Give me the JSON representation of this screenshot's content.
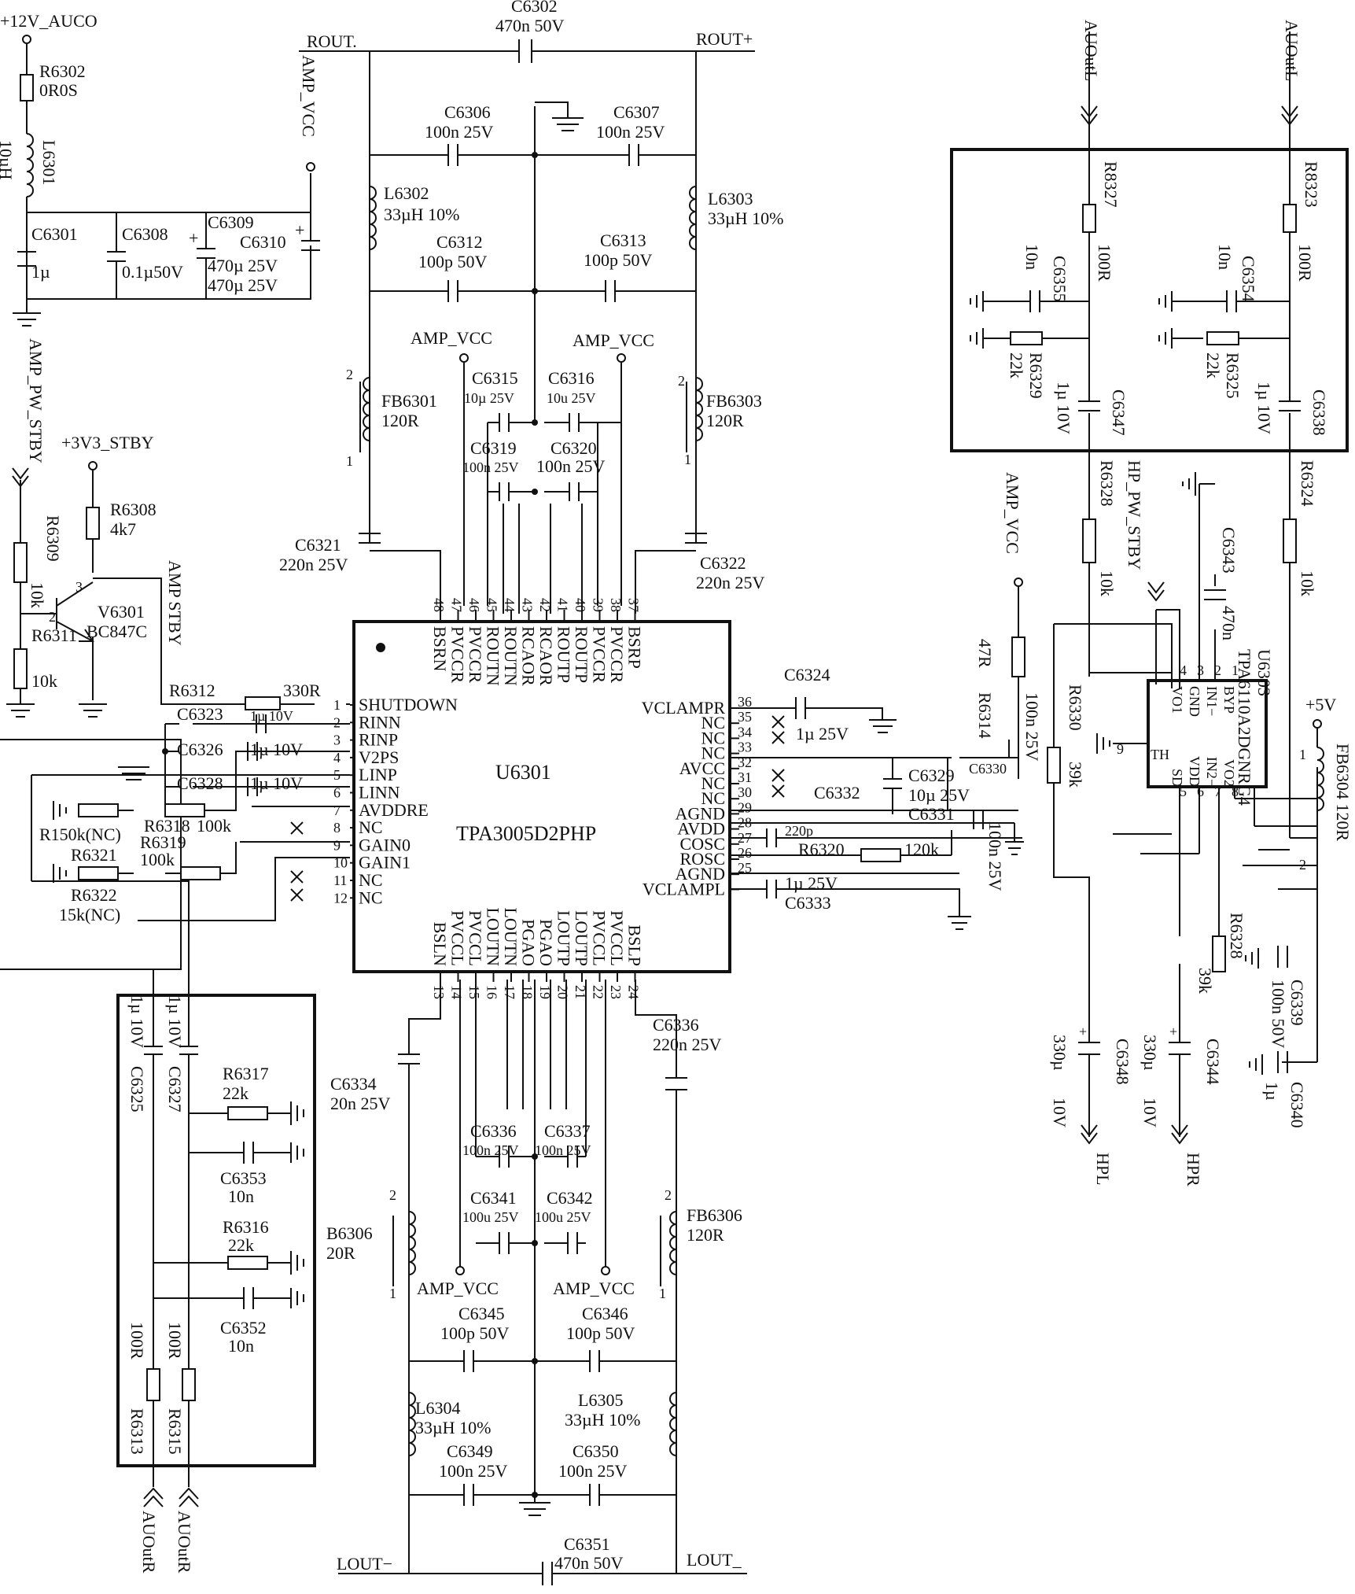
{
  "labels": {
    "pwr12": "+12V_AUCO",
    "r6302": "R6302",
    "r6302_val": "0R0S",
    "l6301": "L6301",
    "l6301_val": "10µH",
    "c6301": "C6301",
    "c6301_val": "1µ",
    "c6308": "C6308",
    "c6308_val": "0.1µ50V",
    "c6309": "C6309",
    "c6310": "C6310",
    "c6309_val": "470µ  25V",
    "c6310_val": "470µ  25V",
    "amp_vcc_v": "AMP_VCC",
    "amp_pw_stby": "AMP_PW_STBY",
    "r6309": "R6309",
    "r6309_val": "10k",
    "pwr3v3": "+3V3_STBY",
    "r6308": "R6308",
    "r6308_val": "4k7",
    "v6301": "V6301",
    "v6301_part": "BC847C",
    "amp_stby": "AMP STBY",
    "r6311": "R6311",
    "r6311_val": "10k",
    "rout_minus": "ROUT.",
    "rout_plus": "ROUT+",
    "c6302": "C6302",
    "c6302_val": "470n  50V",
    "c6306": "C6306",
    "c6306_val": "100n  25V",
    "c6307": "C6307",
    "c6307_val": "100n  25V",
    "l6302": "L6302",
    "l6302_val": "33µH 10%",
    "l6303": "L6303",
    "l6303_val": "33µH 10%",
    "c6312": "C6312",
    "c6312_val": "100p 50V",
    "c6313": "C6313",
    "c6313_val": "100p 50V",
    "amp_vcc_1": "AMP_VCC",
    "amp_vcc_2": "AMP_VCC",
    "c6315": "C6315",
    "c6315_val": "10µ 25V",
    "c6316": "C6316",
    "c6316_val": "10u 25V",
    "c6319": "C6319",
    "c6319_val": "100n 25V",
    "c6320": "C6320",
    "c6320_val": "100n 25V",
    "fb6301": "FB6301",
    "fb6301_val": "120R",
    "fb6303": "FB6303",
    "fb6303_val": "120R",
    "c6321": "C6321",
    "c6321_val": "220n 25V",
    "c6322": "C6322",
    "c6322_val": "220n 25V",
    "u6301": "U6301",
    "u6301_part": "TPA3005D2PHP",
    "r6312": "R6312",
    "r6312_val": "330R",
    "c6323": "C6323",
    "c6323_val": "1µ 10V",
    "c6326": "C6326",
    "c6326_val": "1µ  10V",
    "c6328": "C6328",
    "c6328_val": "1µ  10V",
    "r150": "R150k(NC)",
    "r6318": "R6318",
    "r6318_val": "100k",
    "r6319": "R6319",
    "r6319_val": "100k",
    "r6321": "R6321",
    "r6322": "R6322",
    "r6322_val": "15k(NC)",
    "c6324": "C6324",
    "c6324_val": "1µ 25V",
    "c6329": "C6329",
    "c6329_val": "10µ 25V",
    "c6330": "C6330",
    "c6332": "C6332",
    "c6331": "C6331",
    "c6331_val": "100n 25V",
    "c220p": "220p",
    "r6320": "R6320",
    "r6320_val": "120k",
    "c6333": "C6333",
    "c6333_val": "1µ 25V",
    "amp_vcc_r": "AMP_VCC",
    "r6314": "R6314",
    "r6314_val": "47R",
    "c100n25": "100n 25V",
    "r6330": "R6330",
    "r6330_val": "39k",
    "auoutl_1": "AUOutL",
    "auoutl_2": "AUOutL",
    "r8327": "R8327",
    "r8327_val": "100R",
    "r8323": "R8323",
    "r8323_val": "100R",
    "c6355": "C6355",
    "c6355_val": "10n",
    "c6354": "C6354",
    "c6354_val": "10n",
    "r6329": "R6329",
    "r6329_val": "22k",
    "r6325": "R6325",
    "r6325_val": "22k",
    "c6347": "C6347",
    "c6347_val": "1µ 10V",
    "c6338": "C6338",
    "c6338_val": "1µ 10V",
    "r6328a": "R6328",
    "r6328a_val": "10k",
    "r6324": "R6324",
    "r6324_val": "10k",
    "hp_pw_stby": "HP_PW_STBY",
    "c6343": "C6343",
    "c6343_val": "470n",
    "u6303": "U6303",
    "u6303_part": "TPA6110A2DGNRG4",
    "pwr5v": "+5V",
    "fb6304": "FB6304 120R",
    "r6328b": "R6328",
    "r6328b_val": "39k",
    "c6339": "C6339",
    "c6339_val": "100n 50V",
    "c6340": "C6340",
    "c6340_val": "1µ",
    "c6348": "C6348",
    "c6348_val1": "330µ",
    "c6348_val2": "10V",
    "c6344": "C6344",
    "c6344_val1": "330µ",
    "c6344_val2": "10V",
    "hpl": "HPL",
    "hpr": "HPR",
    "c6334": "C6334",
    "c6334_val": "20n 25V",
    "c6336a": "C6336",
    "c6336a_val": "220n 25V",
    "c6336b": "C6336",
    "c6336b_val": "100n 25V",
    "c6337": "C6337",
    "c6337_val": "100n 25V",
    "c6341": "C6341",
    "c6341_val": "100u 25V",
    "c6342": "C6342",
    "c6342_val": "100u 25V",
    "b6306": "B6306",
    "b6306_val": "20R",
    "fb6306": "FB6306",
    "fb6306_val": "120R",
    "amp_vcc_3": "AMP_VCC",
    "amp_vcc_4": "AMP_VCC",
    "c6345": "C6345",
    "c6345_val": "100p 50V",
    "c6346": "C6346",
    "c6346_val": "100p 50V",
    "l6304": "L6304",
    "l6304_val": "33µH 10%",
    "l6305": "L6305",
    "l6305_val": "33µH 10%",
    "c6349": "C6349",
    "c6349_val": "100n 25V",
    "c6350": "C6350",
    "c6350_val": "100n 25V",
    "c6351": "C6351",
    "c6351_val": "470n    50V",
    "lout_minus": "LOUT−",
    "lout_plus": "LOUT_",
    "c6325": "C6325",
    "c6325_val": "1µ 10V",
    "c6327": "C6327",
    "c6327_val": "1µ 10V",
    "r6317": "R6317",
    "r6317_val": "22k",
    "c6353": "C6353",
    "c6353_val": "10n",
    "r6316": "R6316",
    "r6316_val": "22k",
    "c6352": "C6352",
    "c6352_val": "10n",
    "r6313": "R6313",
    "r6313_val": "100R",
    "r6315": "R6315",
    "r6315_val": "100R",
    "auoutr_1": "AUOutR",
    "auoutr_2": "AUOutR",
    "fb_pin1": "1",
    "fb_pin2": "2"
  },
  "u6301_left_pins": [
    {
      "num": "1",
      "name": "SHUTDOWN"
    },
    {
      "num": "2",
      "name": "RINN"
    },
    {
      "num": "3",
      "name": "RINP"
    },
    {
      "num": "4",
      "name": "V2PS"
    },
    {
      "num": "5",
      "name": "LINP"
    },
    {
      "num": "6",
      "name": "LINN"
    },
    {
      "num": "7",
      "name": "AVDDRE"
    },
    {
      "num": "8",
      "name": "NC"
    },
    {
      "num": "9",
      "name": "GAIN0"
    },
    {
      "num": "10",
      "name": "GAIN1"
    },
    {
      "num": "11",
      "name": "NC"
    },
    {
      "num": "12",
      "name": "NC"
    }
  ],
  "u6301_right_pins": [
    {
      "num": "36",
      "name": "VCLAMPR"
    },
    {
      "num": "35",
      "name": "NC"
    },
    {
      "num": "34",
      "name": "NC"
    },
    {
      "num": "33",
      "name": "NC"
    },
    {
      "num": "32",
      "name": "AVCC"
    },
    {
      "num": "31",
      "name": "NC"
    },
    {
      "num": "30",
      "name": "NC"
    },
    {
      "num": "29",
      "name": "AGND"
    },
    {
      "num": "28",
      "name": "AVDD"
    },
    {
      "num": "27",
      "name": "COSC"
    },
    {
      "num": "26",
      "name": "ROSC"
    },
    {
      "num": "25",
      "name": "AGND"
    },
    {
      "num": "",
      "name": "VCLAMPL"
    }
  ],
  "u6301_top_pins": [
    {
      "num": "48",
      "name": "BSRN"
    },
    {
      "num": "47",
      "name": "PVCCR"
    },
    {
      "num": "46",
      "name": "PVCCR"
    },
    {
      "num": "45",
      "name": "ROUTN"
    },
    {
      "num": "44",
      "name": "ROUTN"
    },
    {
      "num": "43",
      "name": "RCAOR"
    },
    {
      "num": "42",
      "name": "RCAOR"
    },
    {
      "num": "41",
      "name": "ROUTP"
    },
    {
      "num": "40",
      "name": "ROUTP"
    },
    {
      "num": "39",
      "name": "PVCCR"
    },
    {
      "num": "38",
      "name": "PVCCR"
    },
    {
      "num": "37",
      "name": "BSRP"
    }
  ],
  "u6301_bottom_pins": [
    {
      "num": "13",
      "name": "BSLN"
    },
    {
      "num": "14",
      "name": "PVCCL"
    },
    {
      "num": "15",
      "name": "PVCCL"
    },
    {
      "num": "16",
      "name": "LOUTN"
    },
    {
      "num": "17",
      "name": "LOUTN"
    },
    {
      "num": "18",
      "name": "PGAO"
    },
    {
      "num": "19",
      "name": "PGAO"
    },
    {
      "num": "20",
      "name": "LOUTP"
    },
    {
      "num": "21",
      "name": "LOUTP"
    },
    {
      "num": "22",
      "name": "PVCCL"
    },
    {
      "num": "23",
      "name": "PVCCL"
    },
    {
      "num": "24",
      "name": "BSLP"
    }
  ],
  "u6303_pins": [
    {
      "num": "1",
      "name": "BYP"
    },
    {
      "num": "2",
      "name": "IN1−"
    },
    {
      "num": "3",
      "name": "GND"
    },
    {
      "num": "4",
      "name": "VO1"
    },
    {
      "num": "5",
      "name": "SD"
    },
    {
      "num": "6",
      "name": "VDD"
    },
    {
      "num": "7",
      "name": "IN2−"
    },
    {
      "num": "8",
      "name": "VO2"
    },
    {
      "num": "9",
      "name": "TH"
    }
  ]
}
